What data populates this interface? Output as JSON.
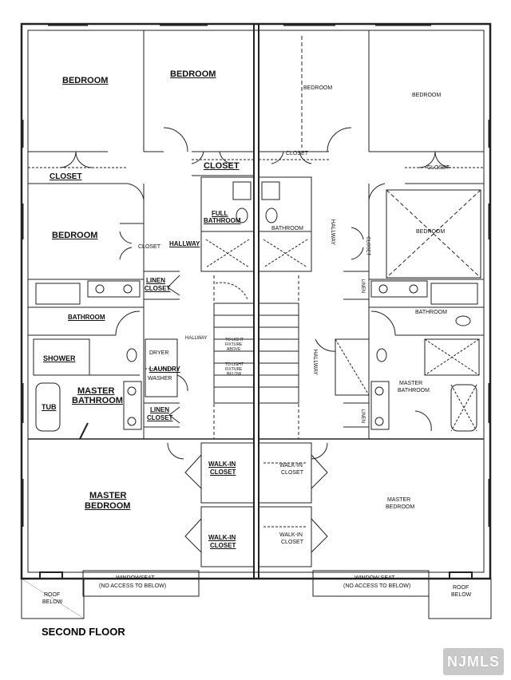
{
  "rooms": {
    "bedroom_1": "BEDROOM",
    "bedroom_2": "BEDROOM",
    "bedroom_3": "BEDROOM",
    "bedroom_r1": "BEDROOM",
    "bedroom_r2": "BEDROOM",
    "bedroom_r3": "BEDROOM",
    "closet_1": "CLOSET",
    "closet_2": "CLOSET",
    "closet_3": "CLOSET",
    "closet_r1": "CLOSET",
    "closet_r2": "CLOSET",
    "closet_r3": "CLOSET",
    "full_bath_1": "FULL",
    "full_bath_2": "BATHROOM",
    "bathroom_r_center": "BATHROOM",
    "hallway_1": "HALLWAY",
    "hallway_2": "HALLWAY",
    "hallway_r": "HALLWAY",
    "hallway_r2": "HALLWAY",
    "linen_1a": "LINEN",
    "linen_1b": "CLOSET",
    "linen_2a": "LINEN",
    "linen_2b": "CLOSET",
    "linen_r1": "LINEN",
    "linen_r2": "LINEN",
    "bathroom_l": "BATHROOM",
    "bathroom_r": "BATHROOM",
    "shower": "SHOWER",
    "tub": "TUB",
    "master_bath_1": "MASTER",
    "master_bath_2": "BATHROOM",
    "master_bath_r1": "MASTER",
    "master_bath_r2": "BATHROOM",
    "dryer": "DRYER",
    "laundry": "LAUNDRY",
    "washer": "WASHER",
    "walkin_1a": "WALK-IN",
    "walkin_1b": "CLOSET",
    "walkin_2a": "WALK-IN",
    "walkin_2b": "CLOSET",
    "walkin_r1a": "WALK-IN",
    "walkin_r1b": "CLOSET",
    "walkin_r2a": "WALK-IN",
    "walkin_r2b": "CLOSET",
    "master_bed_1": "MASTER",
    "master_bed_2": "BEDROOM",
    "master_bed_r1": "MASTER",
    "master_bed_r2": "BEDROOM",
    "window_seat_l1": "WINDOWSEAT",
    "window_seat_l2": "(NO ACCESS TO BELOW)",
    "window_seat_r1": "WINDOW SEAT",
    "window_seat_r2": "(NO ACCESS TO BELOW)",
    "roof_l1": "ROOF",
    "roof_l2": "BELOW",
    "roof_r1": "ROOF",
    "roof_r2": "BELOW",
    "stair_note_1a": "TO LIGHT",
    "stair_note_1b": "FIXTURE",
    "stair_note_1c": "ABOVE",
    "stair_note_2a": "TO LIGHT",
    "stair_note_2b": "FIXTURE",
    "stair_note_2c": "BELOW"
  },
  "floor_title": "SECOND FLOOR",
  "logo_text": "NJMLS"
}
